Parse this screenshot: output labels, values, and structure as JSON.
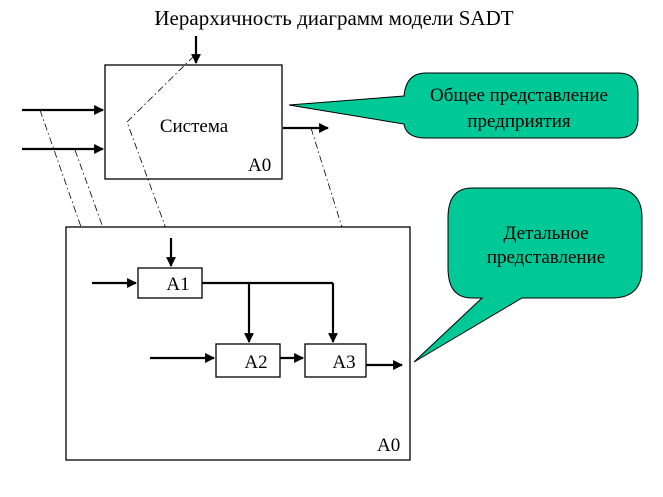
{
  "diagram": {
    "title": "Иерархичность  диаграмм модели SADT",
    "top_box": {
      "label": "Система",
      "code": "A0"
    },
    "callout_top": {
      "line1": "Общее представление",
      "line2": "предприятия"
    },
    "callout_right": {
      "line1": "Детальное",
      "line2": "представление"
    },
    "detail_box": {
      "code": "A0"
    },
    "nodes": [
      {
        "label": "A1"
      },
      {
        "label": "A2"
      },
      {
        "label": "A3"
      }
    ],
    "colors": {
      "callout_fill": "#00c896",
      "line": "#000000",
      "background": "#ffffff"
    }
  }
}
